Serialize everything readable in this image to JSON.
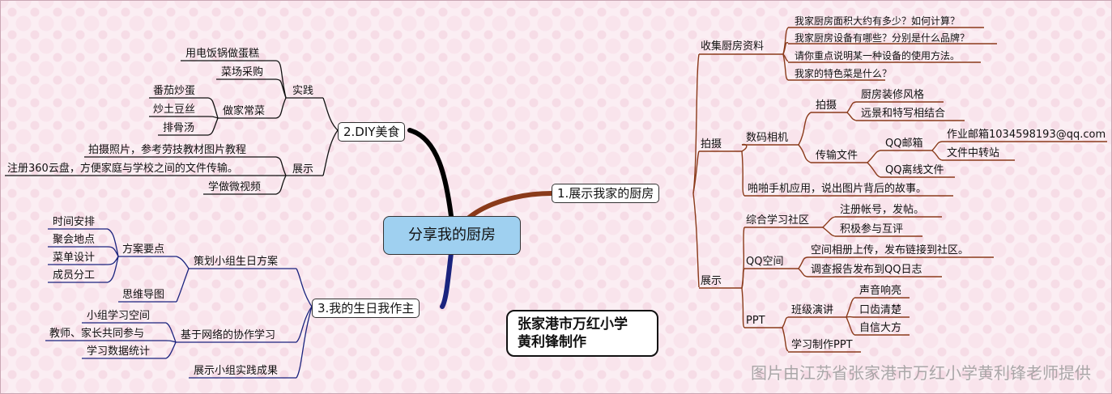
{
  "root": "分享我的厨房",
  "branch1": {
    "label": "1.展示我家的厨房",
    "collect": {
      "label": "收集厨房资料",
      "items": [
        "我家厨房面积大约有多少？如何计算？",
        "我家厨房设备有哪些？分别是什么品牌？",
        "请你重点说明某一种设备的使用方法。",
        "我家的特色菜是什么？"
      ]
    },
    "photo": {
      "label": "拍摄",
      "camera": "数码相机",
      "shoot": "拍摄",
      "shoot_items": [
        "厨房装修风格",
        "远景和特写相结合"
      ],
      "transfer": "传输文件",
      "qqmail": "QQ邮箱",
      "mail_items": [
        "作业邮箱1034598193@qq.com",
        "文件中转站"
      ],
      "qqoffline": "QQ离线文件",
      "app": "啪啪手机应用，说出图片背后的故事。"
    },
    "show": {
      "label": "展示",
      "community": "综合学习社区",
      "community_items": [
        "注册帐号，发帖。",
        "积极参与互评"
      ],
      "qqspace": "QQ空间",
      "qqspace_items": [
        "空间相册上传，发布链接到社区。",
        "调查报告发布到QQ日志"
      ],
      "ppt": "PPT",
      "speech": "班级演讲",
      "speech_items": [
        "声音响亮",
        "口齿清楚",
        "自信大方"
      ],
      "make_ppt": "学习制作PPT"
    }
  },
  "branch2": {
    "label": "2.DIY美食",
    "practice": {
      "label": "实践",
      "items": [
        "用电饭锅做蛋糕",
        "菜场采购"
      ],
      "cook": "做家常菜",
      "cook_items": [
        "番茄炒蛋",
        "炒土豆丝",
        "排骨汤"
      ]
    },
    "show": {
      "label": "展示",
      "items": [
        "拍摄照片，参考劳技教材图片教程",
        "注册360云盘，方便家庭与学校之间的文件传输。",
        "学做微视频"
      ]
    }
  },
  "branch3": {
    "label": "3.我的生日我作主",
    "plan": {
      "label": "策划小组生日方案",
      "points": "方案要点",
      "point_items": [
        "时间安排",
        "聚会地点",
        "菜单设计",
        "成员分工"
      ],
      "mindmap": "思维导图"
    },
    "web": {
      "label": "基于网络的协作学习",
      "items": [
        "小组学习空间",
        "教师、家长共同参与",
        "学习数据统计"
      ]
    },
    "result": "展示小组实践成果"
  },
  "signature": [
    "张家港市万红小学",
    "黄利锋制作"
  ],
  "credit": "图片由江苏省张家港市万红小学黄利锋老师提供",
  "colors": {
    "right": "#8a3a1a",
    "left_top": "#000000",
    "left_bottom": "#1a237e",
    "root_fill": "#9fd0f0"
  }
}
